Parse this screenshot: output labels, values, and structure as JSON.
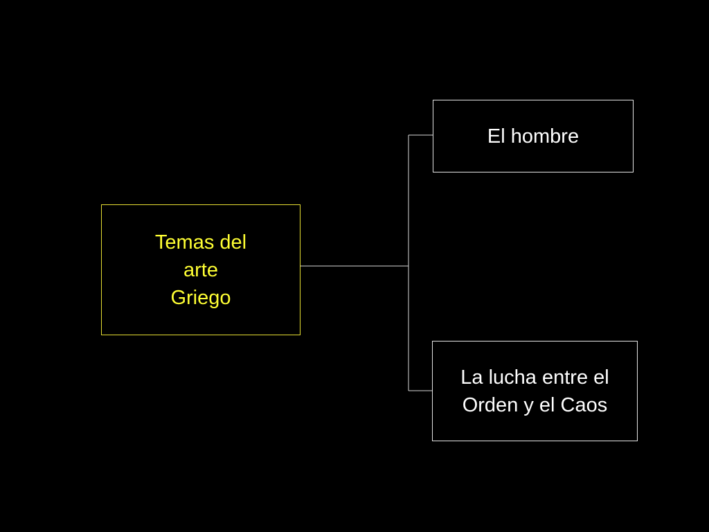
{
  "diagram": {
    "root": {
      "label": "Temas del\narte\nGriego",
      "border_color": "#e8e033",
      "text_color": "#ffff33"
    },
    "children": [
      {
        "label": "El hombre"
      },
      {
        "label": "La lucha entre el\nOrden y el Caos"
      }
    ],
    "colors": {
      "background": "#000000",
      "child_border": "#e6e6e6",
      "child_text": "#ffffff",
      "connector": "#d9d9d9"
    }
  }
}
